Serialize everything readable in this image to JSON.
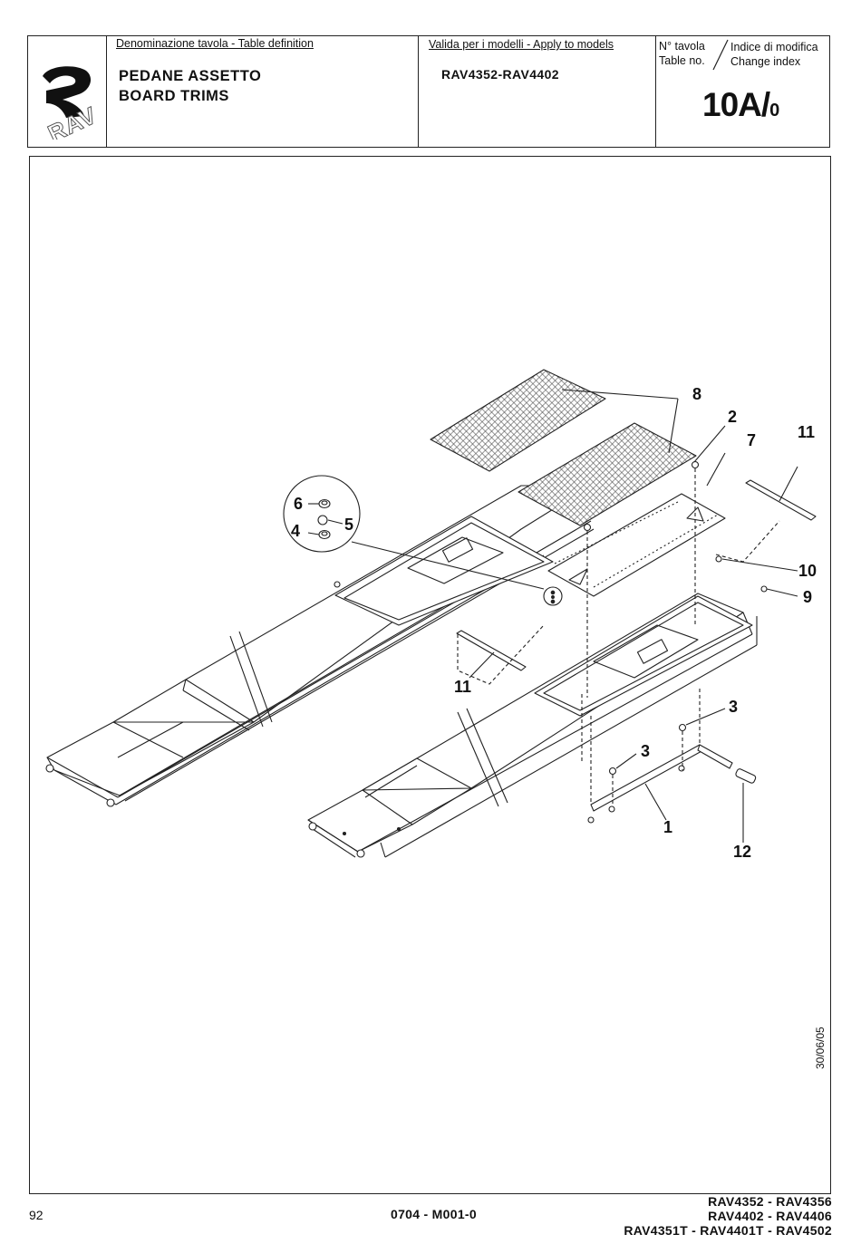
{
  "header": {
    "logo_text": "RAV",
    "definition_label": "Denominazione tavola - Table definition",
    "title_it": "PEDANE  ASSETTO",
    "title_en": "BOARD TRIMS",
    "valid_label": "Valida per i modelli - Apply to models",
    "models": "RAV4352-RAV4402",
    "table_no_it": "N° tavola",
    "table_no_en": "Table no.",
    "change_index_it": "Indice di modifica",
    "change_index_en": "Change index",
    "table_number": "10A/",
    "table_index": "0"
  },
  "callouts": [
    "1",
    "2",
    "3",
    "3",
    "4",
    "5",
    "6",
    "7",
    "8",
    "9",
    "10",
    "11",
    "11",
    "12"
  ],
  "date_stamp": "30/06/05",
  "footer": {
    "page_number": "92",
    "doc_code": "0704 - M001-0",
    "models_line1": "RAV4352 - RAV4356",
    "models_line2": "RAV4402 - RAV4406",
    "models_line3": "RAV4351T - RAV4401T - RAV4502"
  }
}
